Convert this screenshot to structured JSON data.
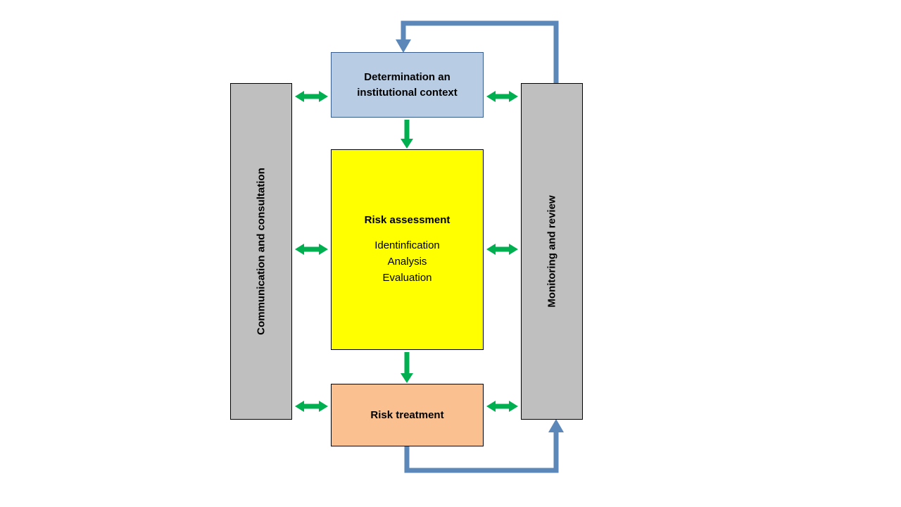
{
  "diagram": {
    "boxes": {
      "context": {
        "label": "Determination an\ninstitutional context"
      },
      "risk_assessment": {
        "title": "Risk assessment",
        "items": [
          "Identinfication",
          "Analysis",
          "Evaluation"
        ]
      },
      "risk_treatment": {
        "label": "Risk treatment"
      },
      "communication": {
        "label": "Communication and consultation"
      },
      "monitoring": {
        "label": "Monitoring and review"
      }
    },
    "colors": {
      "context_fill": "#b8cce4",
      "risk_assessment_fill": "#ffff00",
      "risk_treatment_fill": "#fac090",
      "side_bar_fill": "#bfbfbf",
      "green_arrow": "#00b050",
      "blue_connector": "#5b87b9"
    }
  }
}
